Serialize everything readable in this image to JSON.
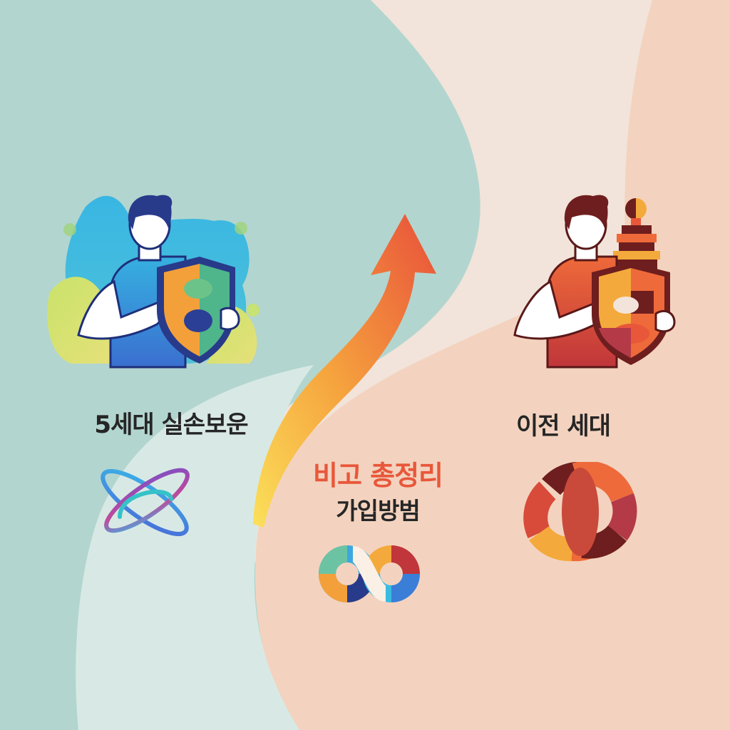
{
  "colors": {
    "bg_teal": "#b3d5cf",
    "bg_mint_light": "#d8e9e5",
    "bg_cream": "#f2e4da",
    "bg_peach": "#f3d3bf",
    "title_orange": "#e8573a",
    "text_dark": "#262626",
    "navy": "#283a8a",
    "maroon": "#6e1e1e"
  },
  "sections": {
    "left": {
      "label": "5세대 실손보운",
      "illustration": "person-holding-shield-blue",
      "icon": "interlocking-orbits-icon"
    },
    "center": {
      "title": "비고 총정리",
      "subtitle": "가입방범",
      "arrow": "rising-arrow-icon",
      "icon": "infinity-icon"
    },
    "right": {
      "label": "이전 세대",
      "illustration": "person-holding-shield-orange",
      "icon": "overlapping-rings-icon"
    }
  }
}
